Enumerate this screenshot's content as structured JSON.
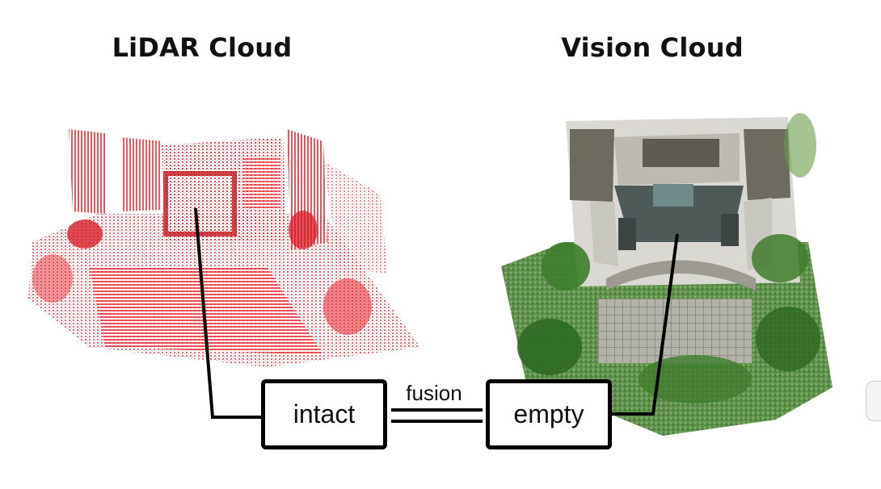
{
  "titles": {
    "lidar": "LiDAR Cloud",
    "vision": "Vision Cloud"
  },
  "boxes": {
    "intact": "intact",
    "empty": "empty"
  },
  "connector": {
    "label": "fusion"
  },
  "colors": {
    "lidar_points": "#e8323a",
    "vegetation": "#3f7d2c",
    "building": "#d9d8d2",
    "roof": "#6d6a60",
    "ground": "#a9a89e",
    "line": "#000000"
  }
}
